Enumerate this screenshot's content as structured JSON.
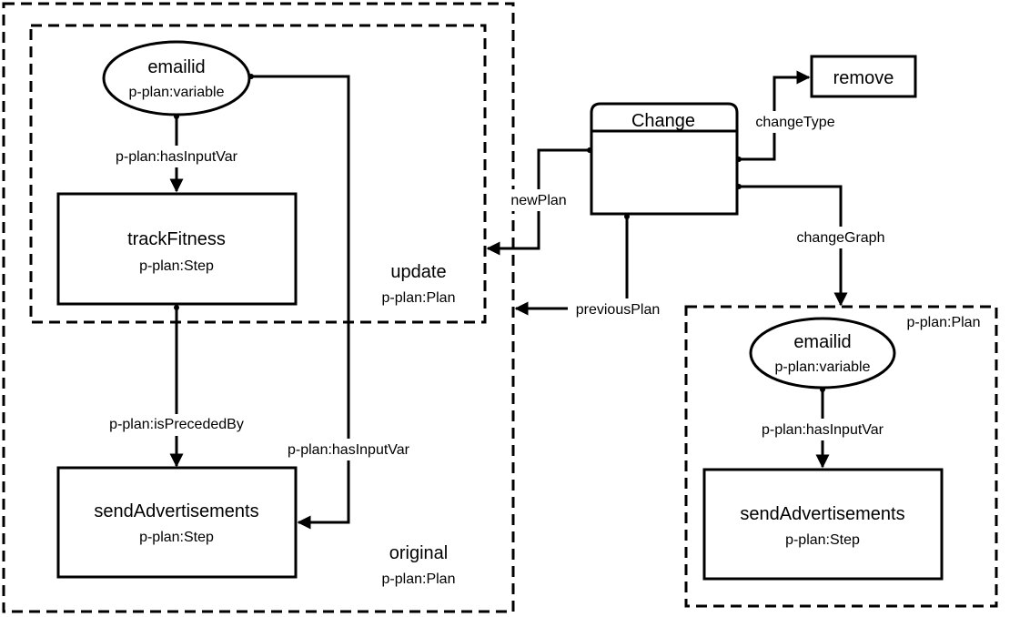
{
  "original_plan": {
    "name": "original",
    "type": "p-plan:Plan",
    "emailid": {
      "name": "emailid",
      "type": "p-plan:variable"
    },
    "track_fitness": {
      "name": "trackFitness",
      "type": "p-plan:Step"
    },
    "send_ads": {
      "name": "sendAdvertisements",
      "type": "p-plan:Step"
    },
    "edges": {
      "has_input_var_1": "p-plan:hasInputVar",
      "is_preceded_by": "p-plan:isPrecededBy",
      "has_input_var_2": "p-plan:hasInputVar"
    }
  },
  "update_plan": {
    "name": "update",
    "type": "p-plan:Plan"
  },
  "change": {
    "title": "Change",
    "edges": {
      "new_plan": "newPlan",
      "previous_plan": "previousPlan",
      "change_type": "changeType",
      "change_graph": "changeGraph"
    }
  },
  "remove": {
    "label": "remove"
  },
  "change_graph_plan": {
    "type": "p-plan:Plan",
    "emailid": {
      "name": "emailid",
      "type": "p-plan:variable"
    },
    "send_ads": {
      "name": "sendAdvertisements",
      "type": "p-plan:Step"
    },
    "edges": {
      "has_input_var": "p-plan:hasInputVar"
    }
  }
}
